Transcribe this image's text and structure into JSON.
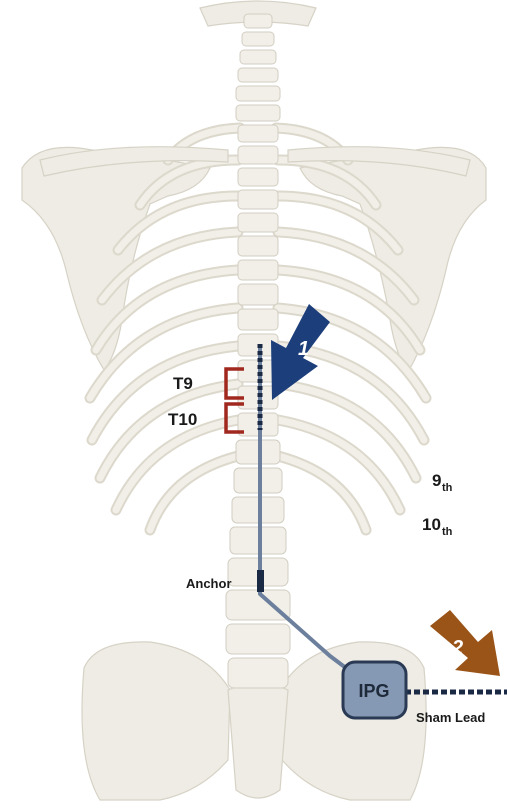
{
  "labels": {
    "t9": "T9",
    "t10": "T10",
    "rib9_num": "9",
    "rib9_suffix": "th",
    "rib10_num": "10",
    "rib10_suffix": "th",
    "anchor": "Anchor",
    "ipg": "IPG",
    "sham_lead": "Sham Lead",
    "arrow1": "1",
    "arrow2": "2"
  },
  "colors": {
    "bone": "#eeece4",
    "bone_edge": "#d6d2c6",
    "lead": "#6c7f9c",
    "lead_dots": "#1b2a44",
    "bracket": "#a0281e",
    "arrow1": "#1c3e7a",
    "arrow2": "#9a5418",
    "ipg_fill": "#8598b4",
    "ipg_stroke": "#2a3a55"
  }
}
